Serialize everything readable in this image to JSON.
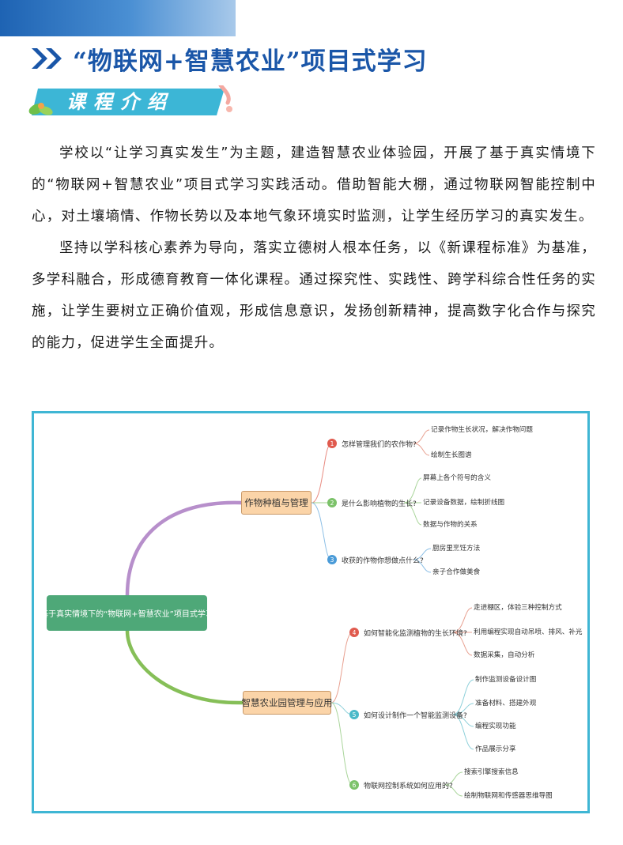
{
  "header": {
    "title": "“物联网+智慧农业”项目式学习",
    "section_label": "课程介绍"
  },
  "intro": {
    "paragraphs": [
      "学校以“让学习真实发生”为主题，建造智慧农业体验园，开展了基于真实情境下的“物联网+智慧农业”项目式学习实践活动。借助智能大棚，通过物联网智能控制中心，对土壤墒情、作物长势以及本地气象环境实时监测，让学生经历学习的真实发生。",
      "坚持以学科核心素养为导向，落实立德树人根本任务，以《新课程标准》为基准，多学科融合，形成德育教育一体化课程。通过探究性、实践性、跨学科综合性任务的实施，让学生要树立正确价值观，形成信息意识，发扬创新精神，提高数字化合作与探究的能力，促进学生全面提升。"
    ]
  },
  "mindmap": {
    "root": "基于真实情境下的“物联网+智慧农业”项目式学习",
    "branches": [
      {
        "label": "作物种植与管理",
        "questions": [
          {
            "num": "1",
            "text": "怎样管理我们的农作物?",
            "color": "#e05a4e",
            "leaves": [
              "记录作物生长状况，解决作物问题",
              "绘制生长图谱"
            ]
          },
          {
            "num": "2",
            "text": "是什么影响植物的生长?",
            "color": "#7cc26a",
            "leaves": [
              "屏幕上各个符号的含义",
              "记录设备数据，绘制折线图",
              "数据与作物的关系"
            ]
          },
          {
            "num": "3",
            "text": "收获的作物你想做点什么?",
            "color": "#4a9bd8",
            "leaves": [
              "厨房里烹饪方法",
              "亲子合作做美食"
            ]
          }
        ]
      },
      {
        "label": "智慧农业园管理与应用",
        "questions": [
          {
            "num": "4",
            "text": "如何智能化监测植物的生长环境?",
            "color": "#e05a4e",
            "leaves": [
              "走进棚区，体验三种控制方式",
              "利用编程实现自动吊喷、排风、补光",
              "数据采集，自动分析"
            ]
          },
          {
            "num": "5",
            "text": "如何设计制作一个智能监测设备?",
            "color": "#4ab9c8",
            "leaves": [
              "制作监测设备设计图",
              "准备材料、搭建外观",
              "编程实现功能",
              "作品展示分享"
            ]
          },
          {
            "num": "6",
            "text": "物联网控制系统如何应用的?",
            "color": "#7cc26a",
            "leaves": [
              "搜索引擎搜索信息",
              "绘制物联网和传感器思维导图"
            ]
          }
        ]
      }
    ]
  },
  "colors": {
    "title": "#1a56a8",
    "frame": "#3fb6d4",
    "ribbon": "#3cb6d6",
    "root_node": "#4ea878",
    "branch_node": "#fbd4a8",
    "branch_line_1": "#b78fcb",
    "branch_line_2": "#86bf58"
  }
}
